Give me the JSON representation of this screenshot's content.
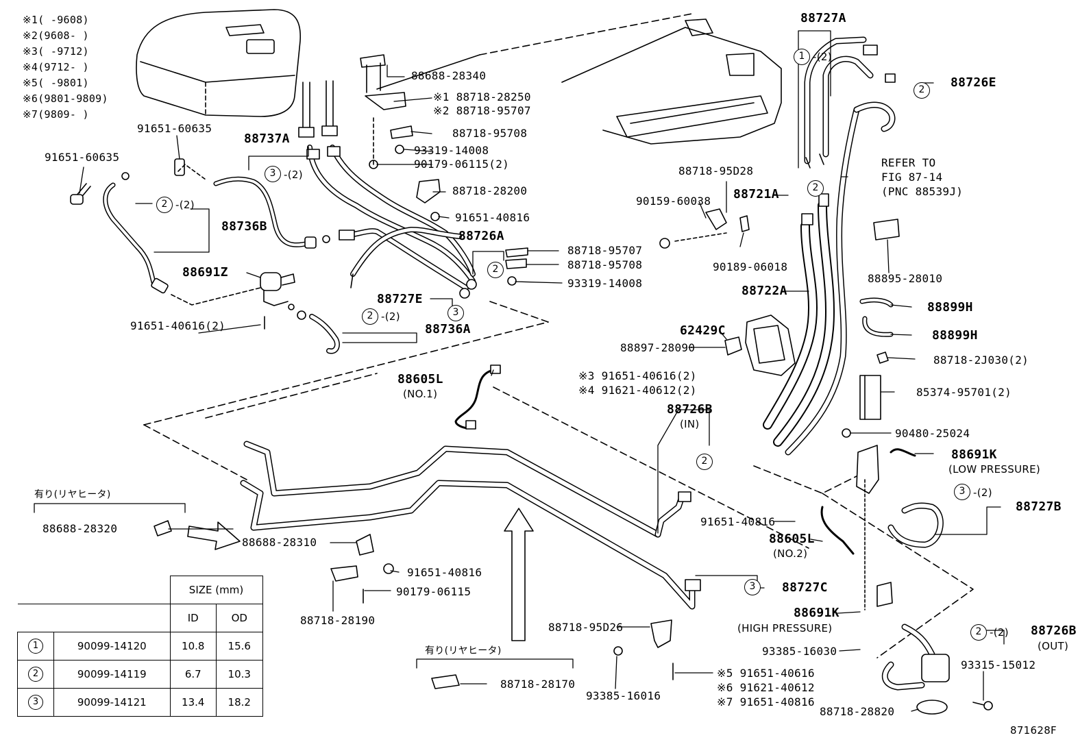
{
  "legend": [
    {
      "mark": "※1",
      "range": "(      -9608)"
    },
    {
      "mark": "※2",
      "range": "(9608-      )"
    },
    {
      "mark": "※3",
      "range": "(      -9712)"
    },
    {
      "mark": "※4",
      "range": "(9712-      )"
    },
    {
      "mark": "※5",
      "range": "(      -9801)"
    },
    {
      "mark": "※6",
      "range": "(9801-9809)"
    },
    {
      "mark": "※7",
      "range": "(9809-      )"
    }
  ],
  "labels": {
    "p91651_60635_a": "91651-60635",
    "p91651_60635_b": "91651-60635",
    "p88737A": "88737A",
    "p88736B": "88736B",
    "p88691Z": "88691Z",
    "p91651_40616_2": "91651-40616(2)",
    "p88736A": "88736A",
    "p88688_28340": "88688-28340",
    "p88718_28250": "※1 88718-28250",
    "p88718_95707_s2": "※2 88718-95707",
    "p88718_95708_a": "88718-95708",
    "p93319_14008_a": "93319-14008",
    "p90179_06115_2": "90179-06115(2)",
    "p88718_28200": "88718-28200",
    "p91651_40816_a": "91651-40816",
    "p88726A": "88726A",
    "p88718_95707_b": "88718-95707",
    "p88718_95708_b": "88718-95708",
    "p93319_14008_b": "93319-14008",
    "p88727E": "88727E",
    "p88605L_1": "88605L",
    "p88605L_1_sub": "(NO.1)",
    "p88727A": "88727A",
    "p88726E": "88726E",
    "refer_1": "REFER TO",
    "refer_2": "FIG 87-14",
    "refer_3": "(PNC 88539J)",
    "p88718_95D28": "88718-95D28",
    "p90159_60038": "90159-60038",
    "p88721A": "88721A",
    "p90189_06018": "90189-06018",
    "p88895_28010": "88895-28010",
    "p88722A": "88722A",
    "p62429C": "62429C",
    "p88897_28090": "88897-28090",
    "p91651_40616_s3": "※3 91651-40616(2)",
    "p91621_40612_s4": "※4 91621-40612(2)",
    "p88899H_a": "88899H",
    "p88899H_b": "88899H",
    "p88718_2J030": "88718-2J030(2)",
    "p85374_95701": "85374-95701(2)",
    "p90480_25024": "90480-25024",
    "p88691K_low": "88691K",
    "p88691K_low_sub": "(LOW PRESSURE)",
    "p88727B": "88727B",
    "p88726B_in": "88726B",
    "p88726B_in_sub": "(IN)",
    "p91651_40816_b": "91651-40816",
    "p88605L_2": "88605L",
    "p88605L_2_sub": "(NO.2)",
    "p88727C": "88727C",
    "p88691K_high": "88691K",
    "p88691K_high_sub": "(HIGH PRESSURE)",
    "p88726B_out": "88726B",
    "p88726B_out_sub": "(OUT)",
    "p93385_16030": "93385-16030",
    "p93315_15012": "93315-15012",
    "p88718_28820": "88718-28820",
    "p91651_40616_s5": "※5 91651-40616",
    "p91621_40612_s6": "※6 91621-40612",
    "p91651_40816_s7": "※7 91651-40816",
    "p88718_95D26": "88718-95D26",
    "p93385_16016": "93385-16016",
    "p88718_28170": "88718-28170",
    "rear_heater_a": "有り(リヤヒータ)",
    "rear_heater_b": "有り(リヤヒータ)",
    "p88688_28320": "88688-28320",
    "p88688_28310": "88688-28310",
    "p91651_40816_c": "91651-40816",
    "p90179_06115": "90179-06115",
    "p88718_28190": "88718-28190",
    "qty_2": "-(2)",
    "diagram_id": "871628F"
  },
  "size_table": {
    "header": "SIZE (mm)",
    "cols": [
      "ID",
      "OD"
    ],
    "rows": [
      {
        "ref": "1",
        "part": "90099-14120",
        "id": "10.8",
        "od": "15.6"
      },
      {
        "ref": "2",
        "part": "90099-14119",
        "id": "6.7",
        "od": "10.3"
      },
      {
        "ref": "3",
        "part": "90099-14121",
        "id": "13.4",
        "od": "18.2"
      }
    ]
  },
  "callouts": [
    "1",
    "2",
    "3"
  ]
}
